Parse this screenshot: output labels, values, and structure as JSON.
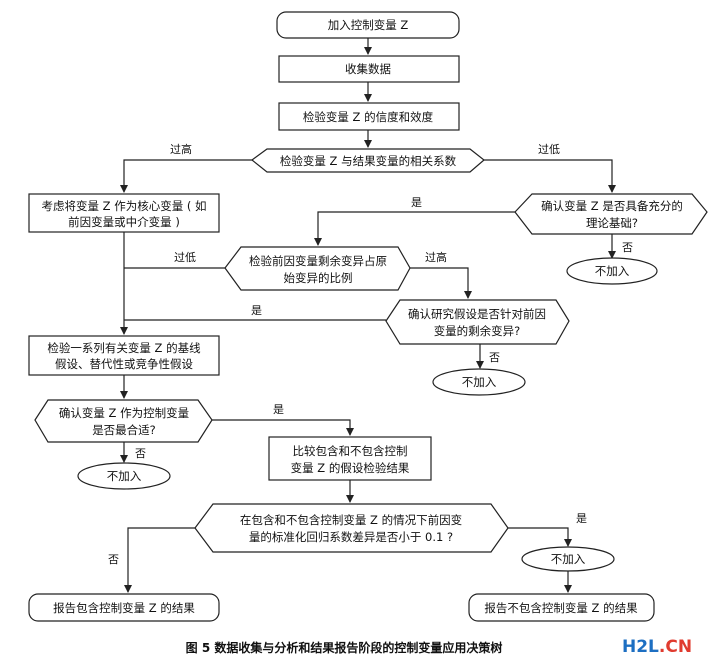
{
  "nodes": {
    "start": "加入控制变量 Z",
    "collect": "收集数据",
    "validity": "检验变量 Z 的信度和效度",
    "correlation": "检验变量 Z 与结果变量的相关系数",
    "core_var": [
      "考虑将变量 Z 作为核心变量 ( 如",
      "前因变量或中介变量 )"
    ],
    "theory": [
      "确认变量 Z 是否具备充分的",
      "理论基础?"
    ],
    "no_add_1": "不加入",
    "residual": [
      "检验前因变量剩余变异占原",
      "始变异的比例"
    ],
    "hypothesis": [
      "确认研究假设是否针对前因",
      "变量的剩余变异?"
    ],
    "no_add_2": "不加入",
    "baseline": [
      "检验一系列有关变量 Z 的基线",
      "假设、替代性或竞争性假设"
    ],
    "appropriate": [
      "确认变量 Z 作为控制变量",
      "是否最合适?"
    ],
    "no_add_3": "不加入",
    "compare": [
      "比较包含和不包含控制",
      "变量 Z 的假设检验结果"
    ],
    "difference": [
      "在包含和不包含控制变量 Z 的情况下前因变",
      "量的标准化回归系数差异是否小于 0.1 ?"
    ],
    "no_add_4": "不加入",
    "report_with": "报告包含控制变量 Z 的结果",
    "report_without": "报告不包含控制变量 Z 的结果"
  },
  "edge_labels": {
    "too_high_1": "过高",
    "too_low_1": "过低",
    "yes_1": "是",
    "no_1": "否",
    "too_low_2": "过低",
    "too_high_2": "过高",
    "yes_2": "是",
    "no_2": "否",
    "yes_3": "是",
    "no_3": "否",
    "yes_4": "是",
    "no_4": "否"
  },
  "caption": "图 5  数据收集与分析和结果报告阶段的控制变量应用决策树",
  "watermark": {
    "part1": "H2L",
    "part2": ".CN"
  }
}
